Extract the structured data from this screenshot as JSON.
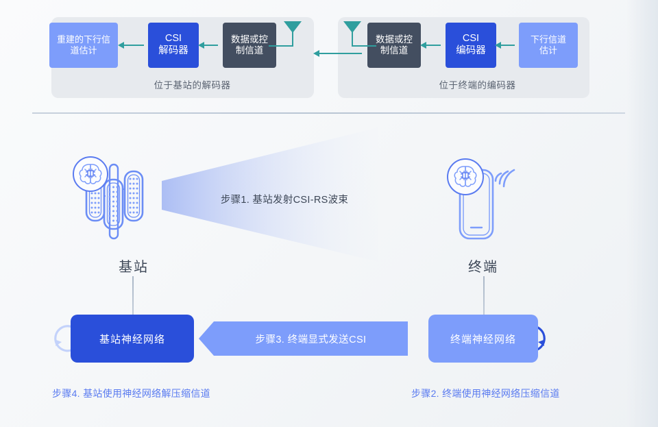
{
  "diagram": {
    "top_section": {
      "left_panel": {
        "caption": "位于基站的解码器",
        "boxes": [
          {
            "id": "reconstructed-dl-channel-estimate",
            "label": "重建的下行信\n道估计",
            "style": "light-blue"
          },
          {
            "id": "csi-decoder",
            "label": "CSI\n解码器",
            "style": "blue"
          },
          {
            "id": "data-or-control-channel-left",
            "label": "数据或控\n制信道",
            "style": "dark"
          }
        ],
        "icons": [
          "antenna-icon"
        ]
      },
      "right_panel": {
        "caption": "位于终端的编码器",
        "boxes": [
          {
            "id": "data-or-control-channel-right",
            "label": "数据或控\n制信道",
            "style": "dark"
          },
          {
            "id": "csi-encoder",
            "label": "CSI\n编码器",
            "style": "blue"
          },
          {
            "id": "downlink-channel-estimate",
            "label": "下行信道\n估计",
            "style": "light-blue"
          }
        ],
        "icons": [
          "antenna-icon"
        ]
      },
      "box_labels": {
        "reconstructed_line1": "重建的下行信",
        "reconstructed_line2": "道估计",
        "csi_decoder_line1": "CSI",
        "csi_decoder_line2": "解码器",
        "data_ctrl_line1": "数据或控",
        "data_ctrl_line2": "制信道",
        "csi_encoder_line1": "CSI",
        "csi_encoder_line2": "编码器",
        "dl_estimate_line1": "下行信道",
        "dl_estimate_line2": "估计"
      }
    },
    "bottom_section": {
      "base_station": {
        "icon_label": "基站",
        "nn_box_label": "基站神经网络",
        "step_label": "步骤4. 基站使用神经网络解压缩信道"
      },
      "terminal": {
        "icon_label": "终端",
        "nn_box_label": "终端神经网络",
        "step_label": "步骤2. 终端使用神经网络压缩信道"
      },
      "beam_label": "步骤1. 基站发射CSI-RS波束",
      "transfer_arrow_label": "步骤3. 终端显式发送CSI"
    },
    "colors": {
      "accent_blue": "#2a4fda",
      "light_blue": "#7d9dfb",
      "dark_slate": "#434e60",
      "teal": "#2f9e9e",
      "panel_bg": "#e7eaee",
      "page_bg": "#f5f7f9",
      "step_text": "#5a7bf0",
      "icon_outline": "#5a7bf0"
    }
  }
}
